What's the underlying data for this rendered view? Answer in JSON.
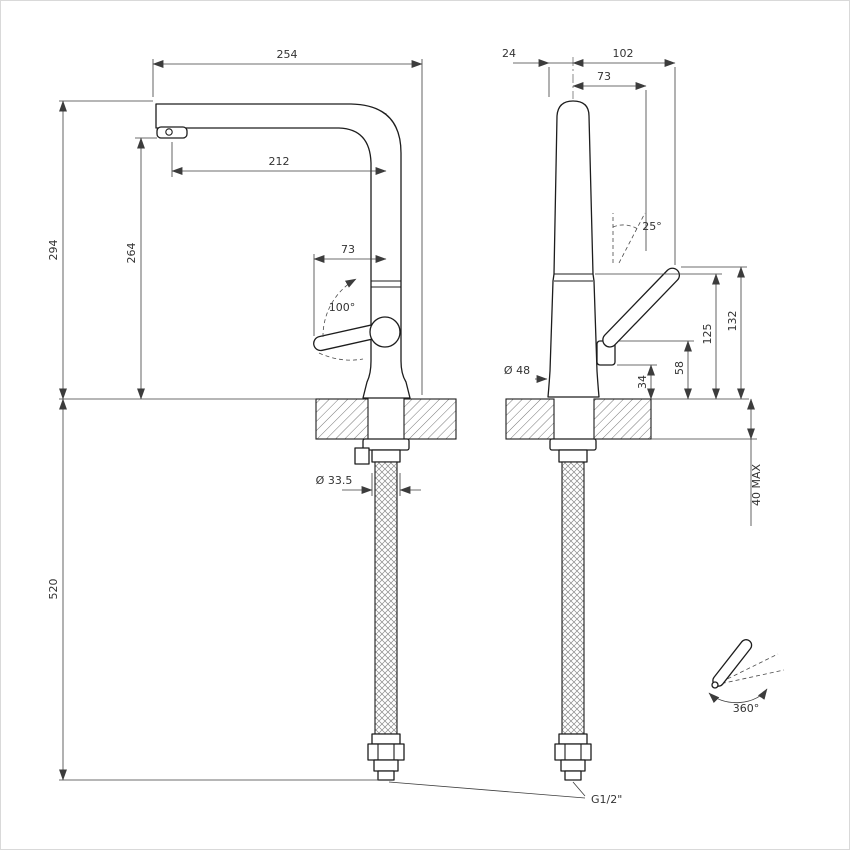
{
  "drawing": {
    "left_view": {
      "dim_254": "254",
      "dim_212": "212",
      "dim_294": "294",
      "dim_264": "264",
      "dim_73": "73",
      "angle_100": "100°",
      "dim_520": "520",
      "dia_33_5": "Ø 33.5"
    },
    "right_view": {
      "dim_24": "24",
      "dim_102": "102",
      "dim_73": "73",
      "angle_25": "25°",
      "dim_132": "132",
      "dim_125": "125",
      "dim_58": "58",
      "dim_34": "34",
      "dia_48": "Ø 48",
      "dim_40max": "40 MAX",
      "thread_label": "G1/2\""
    },
    "rotation": {
      "label": "360°"
    }
  }
}
